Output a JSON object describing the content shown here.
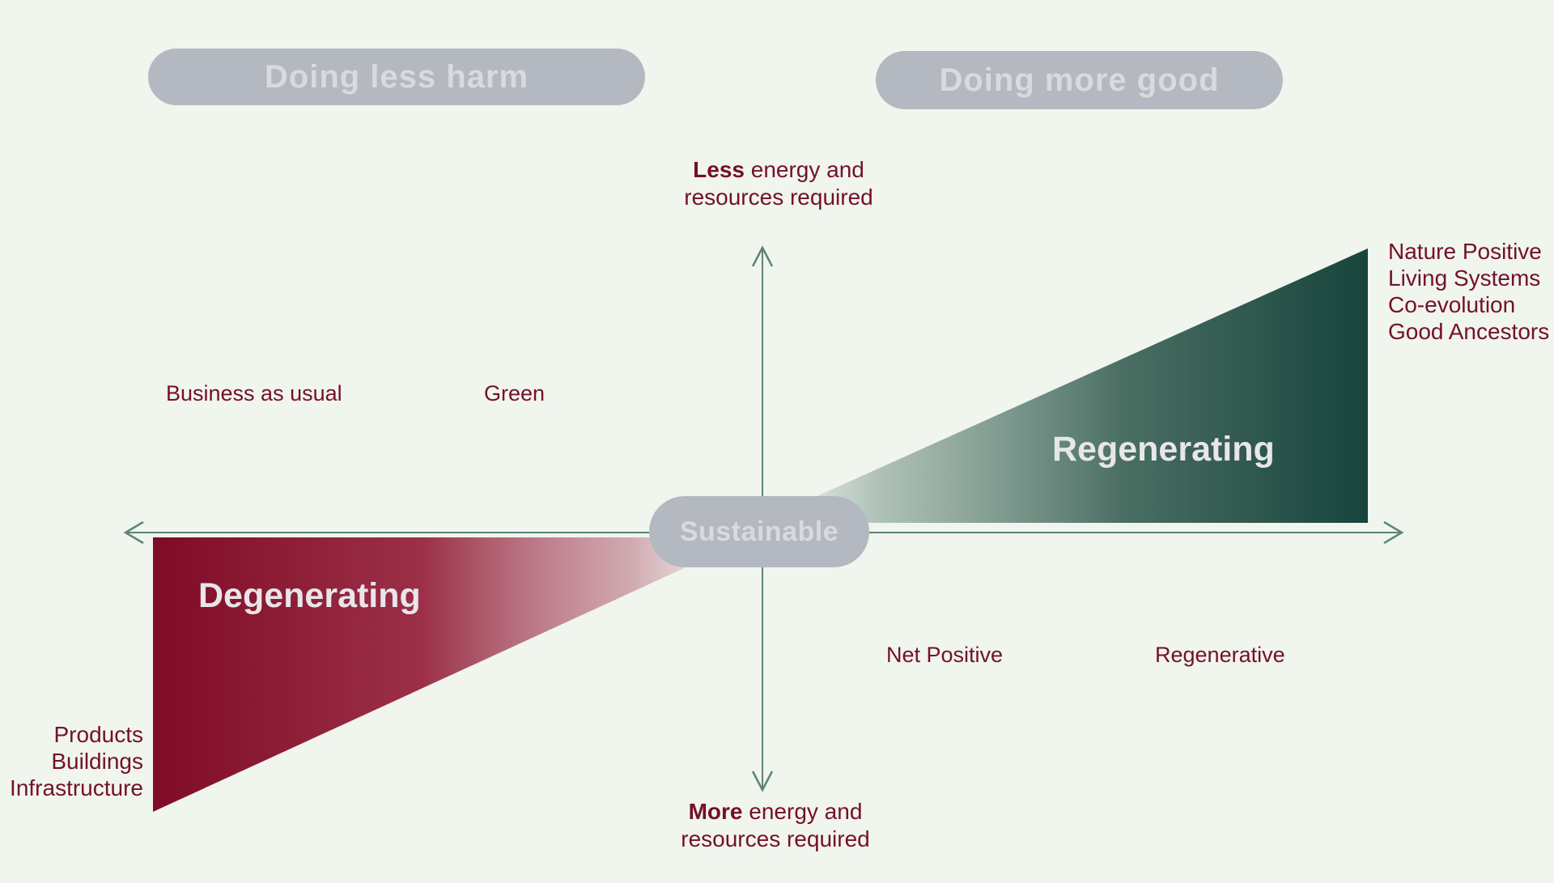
{
  "header": {
    "harm_pill": "Doing less harm",
    "good_pill": "Doing more good"
  },
  "center_pill": "Sustainable",
  "axis_labels": {
    "top": {
      "bold": "Less",
      "rest": " energy and",
      "line2": "resources required"
    },
    "bottom": {
      "bold": "More",
      "rest": " energy and",
      "line2": "resources required"
    }
  },
  "quadrant_labels": {
    "business_as_usual": "Business as usual",
    "green": "Green",
    "net_positive": "Net Positive",
    "regenerative": "Regenerative"
  },
  "degenerating": {
    "label": "Degenerating",
    "items": [
      "Products",
      "Buildings",
      "Infrastructure"
    ]
  },
  "regenerating": {
    "label": "Regenerating",
    "items": [
      "Nature Positive",
      "Living Systems",
      "Co-evolution",
      "Good Ancestors"
    ]
  },
  "colors": {
    "background": "#f0f5ee",
    "pill_gray": "#b4b8c1",
    "pill_text": "#d9dade",
    "maroon_text": "#74102a",
    "degenerating_red": "#7f0b27",
    "regenerating_green": "#17443c",
    "axis": "#5d837a"
  }
}
